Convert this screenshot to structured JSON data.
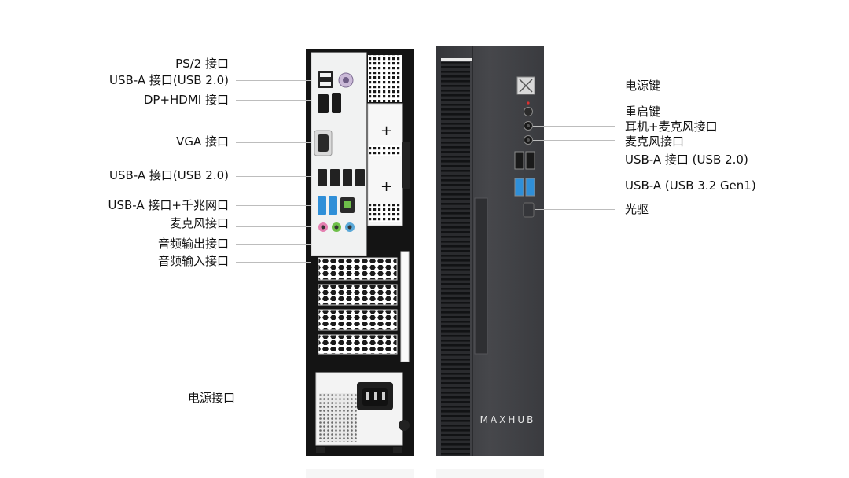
{
  "brand": "MAXHUB",
  "rear_labels": {
    "ps2": "PS/2 接口",
    "usb_a_usb2_top": "USB-A 接口(USB 2.0)",
    "dp_hdmi": "DP+HDMI 接口",
    "vga": "VGA 接口",
    "usb_a_usb2_mid": "USB-A 接口(USB 2.0)",
    "usb_a_lan": "USB-A 接口+千兆网口",
    "mic": "麦克风接口",
    "audio_out": "音频输出接口",
    "audio_in": "音频输入接口",
    "power_socket": "电源接口"
  },
  "front_labels": {
    "power_button": "电源键",
    "reset_button": "重启键",
    "headset_jack": "耳机+麦克风接口",
    "mic_jack": "麦克风接口",
    "usb_a_usb2": "USB-A 接口 (USB 2.0)",
    "usb_a_usb32": "USB-A (USB 3.2 Gen1)",
    "optical_drive": "光驱"
  },
  "colors": {
    "case_black": "#1b1b1b",
    "io_panel": "#f1f2f2",
    "front_gray": "#3f4043",
    "usb3_blue": "#2f8fd8",
    "mic_pink": "#e47fb0",
    "line_green": "#6fbf4a",
    "line_blue": "#59a8d8",
    "reset_led": "#e03030"
  }
}
